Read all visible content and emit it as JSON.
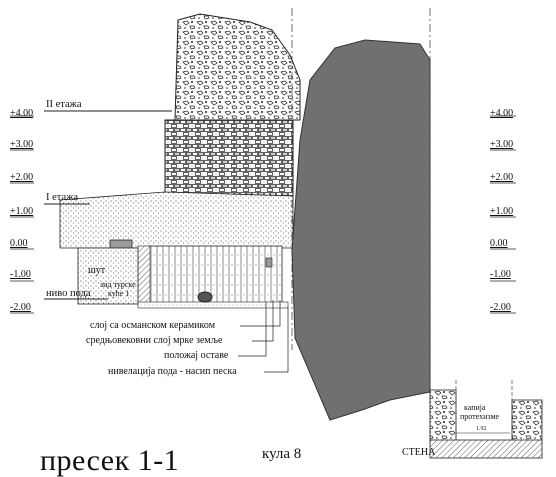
{
  "levels_left": [
    {
      "label": "+4.00"
    },
    {
      "label": "+3.00"
    },
    {
      "label": "+2.00"
    },
    {
      "label": "+1.00"
    },
    {
      "label": "0.00"
    },
    {
      "label": "-1.00"
    },
    {
      "label": "-2.00"
    }
  ],
  "levels_right": [
    {
      "label": "+4.00"
    },
    {
      "label": "+3.00"
    },
    {
      "label": "+2.00"
    },
    {
      "label": "+1.00"
    },
    {
      "label": "0.00"
    },
    {
      "label": "-1.00"
    },
    {
      "label": "-2.00"
    }
  ],
  "floors": {
    "upper": "II етажа",
    "lower": "I етажа",
    "floor_level": "ниво пода"
  },
  "annotations": {
    "rubble": "шут",
    "wall_line1": "зид турске",
    "wall_line2": "куће 1",
    "gate_line1": "капија",
    "gate_line2": "протехизме",
    "gate_dim": "1.92"
  },
  "legend": [
    "слој са османском керамиком",
    "средњовековни слој мрке земље",
    "положај оставе",
    "нивелација пода - насип песка"
  ],
  "title": "пресек 1-1",
  "subtitle": "кула 8",
  "wall_label": "СТЕНА",
  "colors": {
    "rock": "#707070",
    "ink": "#111111"
  }
}
